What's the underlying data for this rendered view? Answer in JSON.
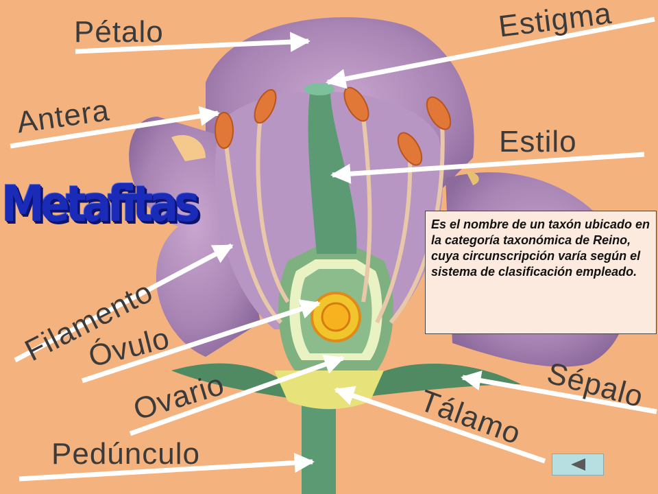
{
  "title": "Metafitas",
  "definition": "Es el nombre de un taxón ubicado en la categoría taxonómica de Reino, cuya circunscripción varía según el sistema de clasificación empleado.",
  "labels": {
    "petalo": "Pétalo",
    "estigma": "Estigma",
    "antera": "Antera",
    "estilo": "Estilo",
    "filamento": "Filamento",
    "ovulo": "Óvulo",
    "ovario": "Ovario",
    "sepalo": "Sépalo",
    "talamo": "Tálamo",
    "pedunculo": "Pedúnculo"
  },
  "colors": {
    "background": "#f4b27e",
    "petal": "#a884b4",
    "title": "#1a2bb8",
    "stem": "#5c9a73",
    "arrow": "#ffffff",
    "back_button": "#b7dfe2"
  },
  "icons": {
    "back": "left-triangle-icon"
  }
}
